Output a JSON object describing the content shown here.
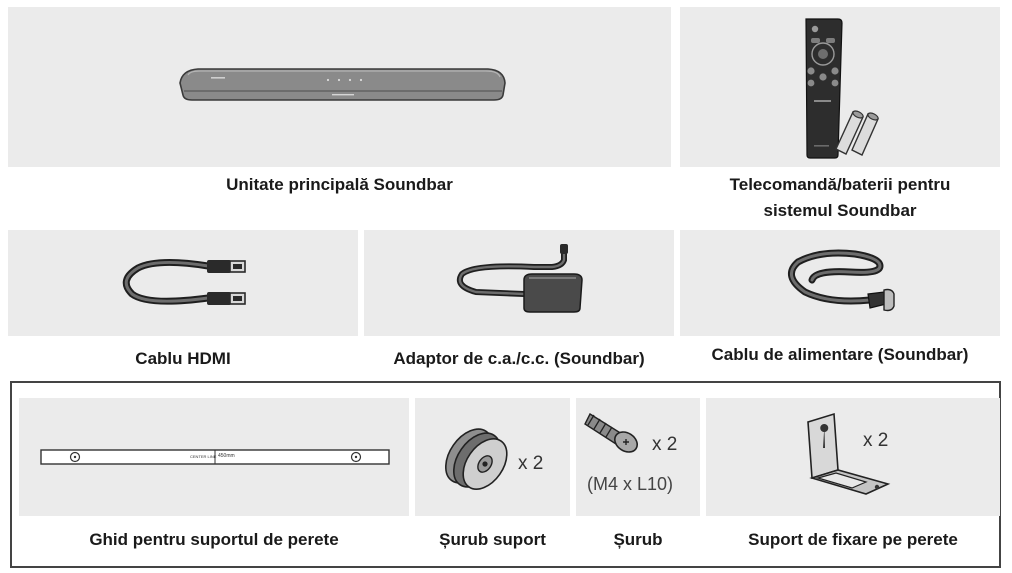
{
  "items": {
    "soundbar": {
      "caption": "Unitate principală Soundbar",
      "icon": "soundbar-icon"
    },
    "remote": {
      "caption_line1": "Telecomandă/baterii pentru",
      "caption_line2": "sistemul Soundbar",
      "icon": "remote-control-icon"
    },
    "hdmi": {
      "caption": "Cablu HDMI",
      "icon": "hdmi-cable-icon"
    },
    "adapter": {
      "caption": "Adaptor de c.a./c.c. (Soundbar)",
      "icon": "ac-dc-adapter-icon"
    },
    "power_cord": {
      "caption": "Cablu de alimentare (Soundbar)",
      "icon": "power-cord-icon"
    },
    "wall_guide": {
      "caption": "Ghid pentru suportul de perete",
      "icon": "wall-mount-guide-icon",
      "center_label": "CENTER LINE",
      "distance_label": "450mm"
    },
    "holder_screw": {
      "caption": "Șurub suport",
      "icon": "holder-screw-icon",
      "qty": "x 2"
    },
    "screw": {
      "caption": "Șurub",
      "icon": "screw-icon",
      "qty": "x 2",
      "size": "(M4 x L10)"
    },
    "bracket": {
      "caption": "Suport de fixare pe perete",
      "icon": "wall-bracket-icon",
      "qty": "x 2"
    }
  },
  "colors": {
    "tile_bg": "#ebebeb",
    "frame": "#444444",
    "text": "#1a1a1a"
  }
}
